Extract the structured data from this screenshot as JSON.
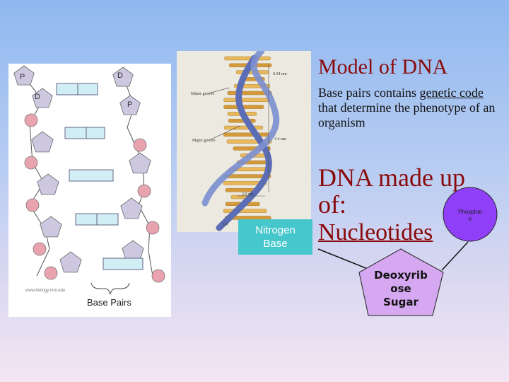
{
  "diagram": {
    "strand_labels": {
      "p_top_left": "P",
      "d_top_right": "D",
      "d_second_left": "D",
      "p_second_right": "P"
    },
    "website": "www.biology.mm.edu",
    "base_pairs_label": "Base Pairs"
  },
  "photo": {
    "label_minor": "Minor groove",
    "label_major": "Major groove",
    "dim_top": "0.34 nm",
    "dim_side": "3.4 nm",
    "dim_bottom": "2.0 nm",
    "caption": "(a)"
  },
  "title": "Model of DNA",
  "subtitle": {
    "part1": "Base pairs contains ",
    "underlined": "genetic code ",
    "part2": "that determine the phenotype of an organism"
  },
  "dna_made_up": {
    "line1": "DNA made up",
    "line2": "of:"
  },
  "nucleotides": "Nucleotides",
  "nitrogen_base": {
    "line1": "Nitrogen",
    "line2": "Base"
  },
  "sugar": {
    "line1": "Deoxyrib",
    "line2": "ose",
    "line3": "Sugar"
  },
  "phosphate": {
    "line1": "Phosphat",
    "line2": "e"
  },
  "colors": {
    "title": "#8a0a0a",
    "pentagon": "#cdc7e0",
    "circle": "#e9a3ae",
    "bar": "#d2eef5",
    "nitrogen_box": "#46c7cc",
    "sugar_pentagon": "#d6a8f1",
    "phosphate_circle": "#8f3ff7"
  }
}
